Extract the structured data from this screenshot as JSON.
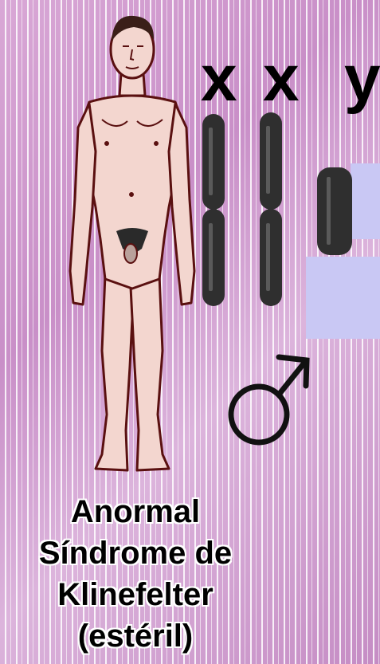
{
  "chromosomes": {
    "x1": "x",
    "x2": "x",
    "y": "y"
  },
  "caption": {
    "line1": "Anormal",
    "line2": "Síndrome de",
    "line3": "Klinefelter",
    "line4": "(estéril)"
  },
  "colors": {
    "skin": "#f3d6cf",
    "outline": "#5a1010",
    "chromosome": "#2f2f2f",
    "lavender_block": "#c9c8f4"
  },
  "icons": {
    "male_symbol": "mars-symbol-icon"
  }
}
